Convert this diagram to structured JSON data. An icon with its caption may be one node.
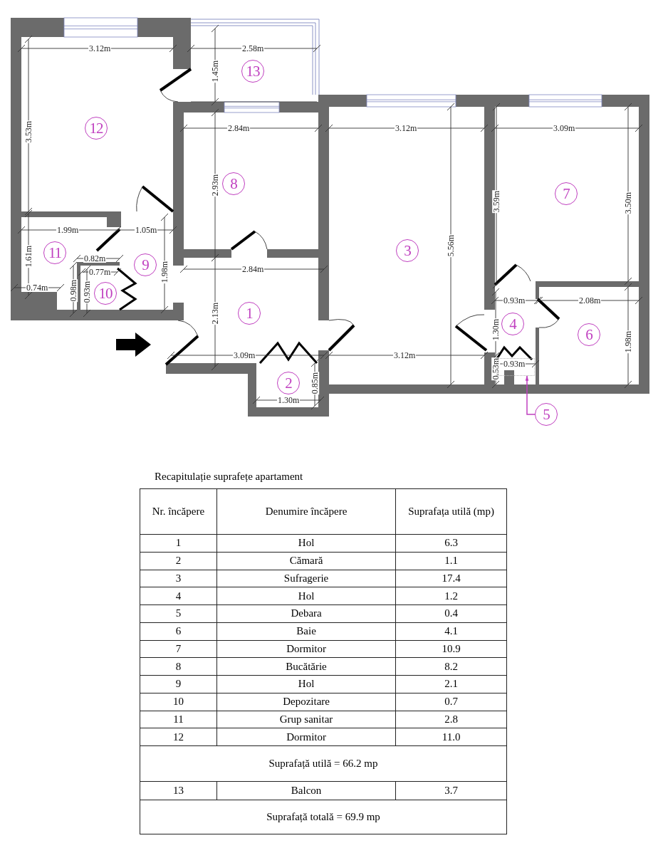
{
  "diagram": {
    "nodes": [
      {
        "text": [
          "13"
        ]
      },
      {
        "text": [
          "12"
        ]
      },
      {
        "text": [
          "8"
        ]
      },
      {
        "text": [
          "3"
        ]
      },
      {
        "text": [
          "7"
        ]
      },
      {
        "text": [
          "11"
        ]
      },
      {
        "text": [
          "9"
        ]
      },
      {
        "text": [
          "10"
        ]
      },
      {
        "text": [
          "1"
        ]
      },
      {
        "text": [
          "4"
        ]
      },
      {
        "text": [
          "6"
        ]
      },
      {
        "text": [
          "2"
        ]
      },
      {
        "text": [
          "5"
        ]
      },
      {
        "text": [],
        "shape": "box"
      }
    ],
    "edges": [
      {
        "from": 12,
        "to": 13,
        "arrow": "to"
      }
    ],
    "labels": [
      "3.12m",
      "2.58m",
      "1.45m",
      "3.53m",
      "2.84m",
      "3.12m",
      "3.09m",
      "2.93m",
      "3.59m",
      "3.50m",
      "1.99m",
      "1.05m",
      "5.56m",
      "1.61m",
      "0.82m",
      "2.84m",
      "0.77m",
      "1.98m",
      "0.74m",
      "0.98m",
      "0.93m",
      "0.93m",
      "2.08m",
      "2.13m",
      "1.30m",
      "1.98m",
      "3.09m",
      "3.12m",
      "0.93m",
      "0.53m",
      "0.85m",
      "1.30m",
      "Recapitulație suprafețe apartament",
      "Nr. încăpere",
      "Denumire încăpere",
      "Suprafața utilă (mp)",
      "1",
      "Hol",
      "6.3",
      "2",
      "Cămară",
      "1.1",
      "3",
      "Sufragerie",
      "17.4",
      "4",
      "Hol",
      "1.2",
      "5",
      "Debara",
      "0.4",
      "6",
      "Baie",
      "4.1",
      "7",
      "Dormitor",
      "10.9",
      "8",
      "Bucătărie",
      "8.2",
      "9",
      "Hol",
      "2.1",
      "10",
      "Depozitare",
      "0.7",
      "11",
      "Grup sanitar",
      "2.8",
      "12",
      "Dormitor",
      "11.0",
      "Suprafață utilă = 66.2 mp",
      "13",
      "Balcon",
      "3.7",
      "Suprafață totală = 69.9 mp"
    ]
  }
}
